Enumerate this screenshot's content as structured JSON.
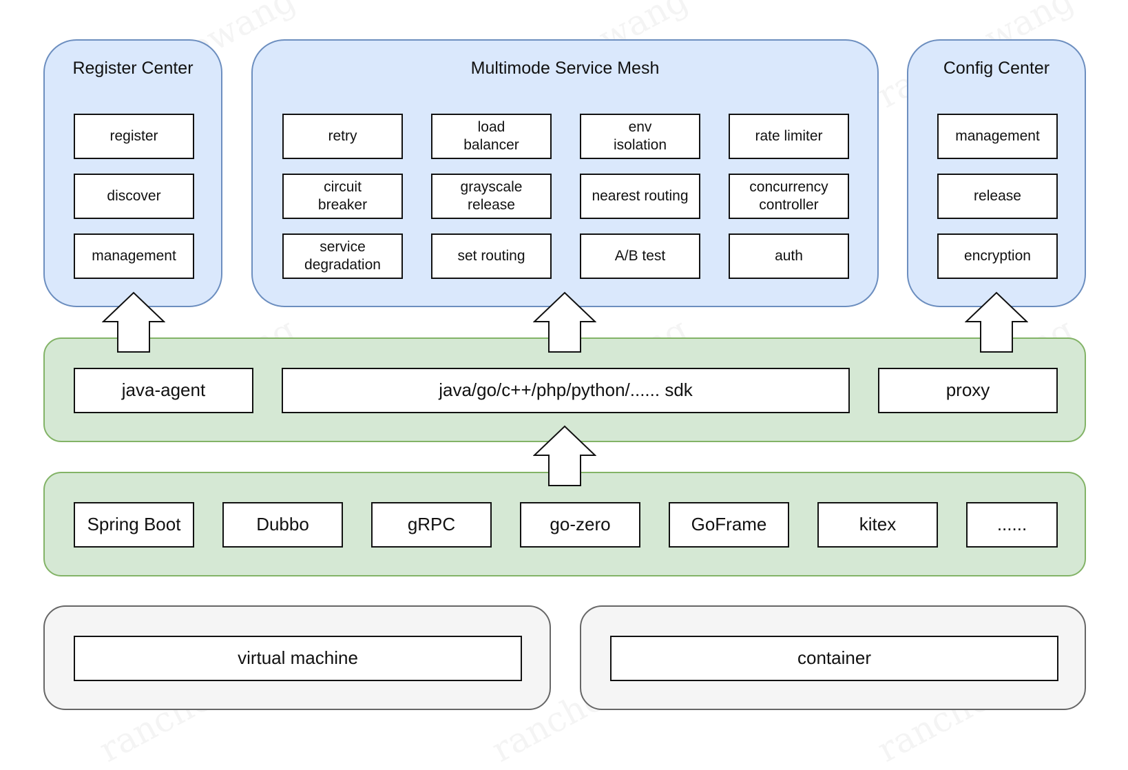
{
  "register_center": {
    "title": "Register Center",
    "items": [
      "register",
      "discover",
      "management"
    ]
  },
  "service_mesh": {
    "title": "Multimode Service Mesh",
    "items": [
      "retry",
      "load\nbalancer",
      "env\nisolation",
      "rate limiter",
      "circuit\nbreaker",
      "grayscale\nrelease",
      "nearest routing",
      "concurrency\ncontroller",
      "service\ndegradation",
      "set routing",
      "A/B test",
      "auth"
    ]
  },
  "config_center": {
    "title": "Config Center",
    "items": [
      "management",
      "release",
      "encryption"
    ]
  },
  "access_layer": {
    "items": [
      "java-agent",
      "java/go/c++/php/python/...... sdk",
      "proxy"
    ]
  },
  "frameworks": {
    "items": [
      "Spring Boot",
      "Dubbo",
      "gRPC",
      "go-zero",
      "GoFrame",
      "kitex",
      "......"
    ]
  },
  "infrastructure": {
    "items": [
      "virtual machine",
      "container"
    ]
  },
  "watermark": "ranchowang",
  "colors": {
    "blue_fill": "#dae8fc",
    "blue_border": "#6c8ebf",
    "green_fill": "#d5e8d4",
    "green_border": "#82b366",
    "gray_fill": "#f5f5f5",
    "gray_border": "#666666"
  }
}
